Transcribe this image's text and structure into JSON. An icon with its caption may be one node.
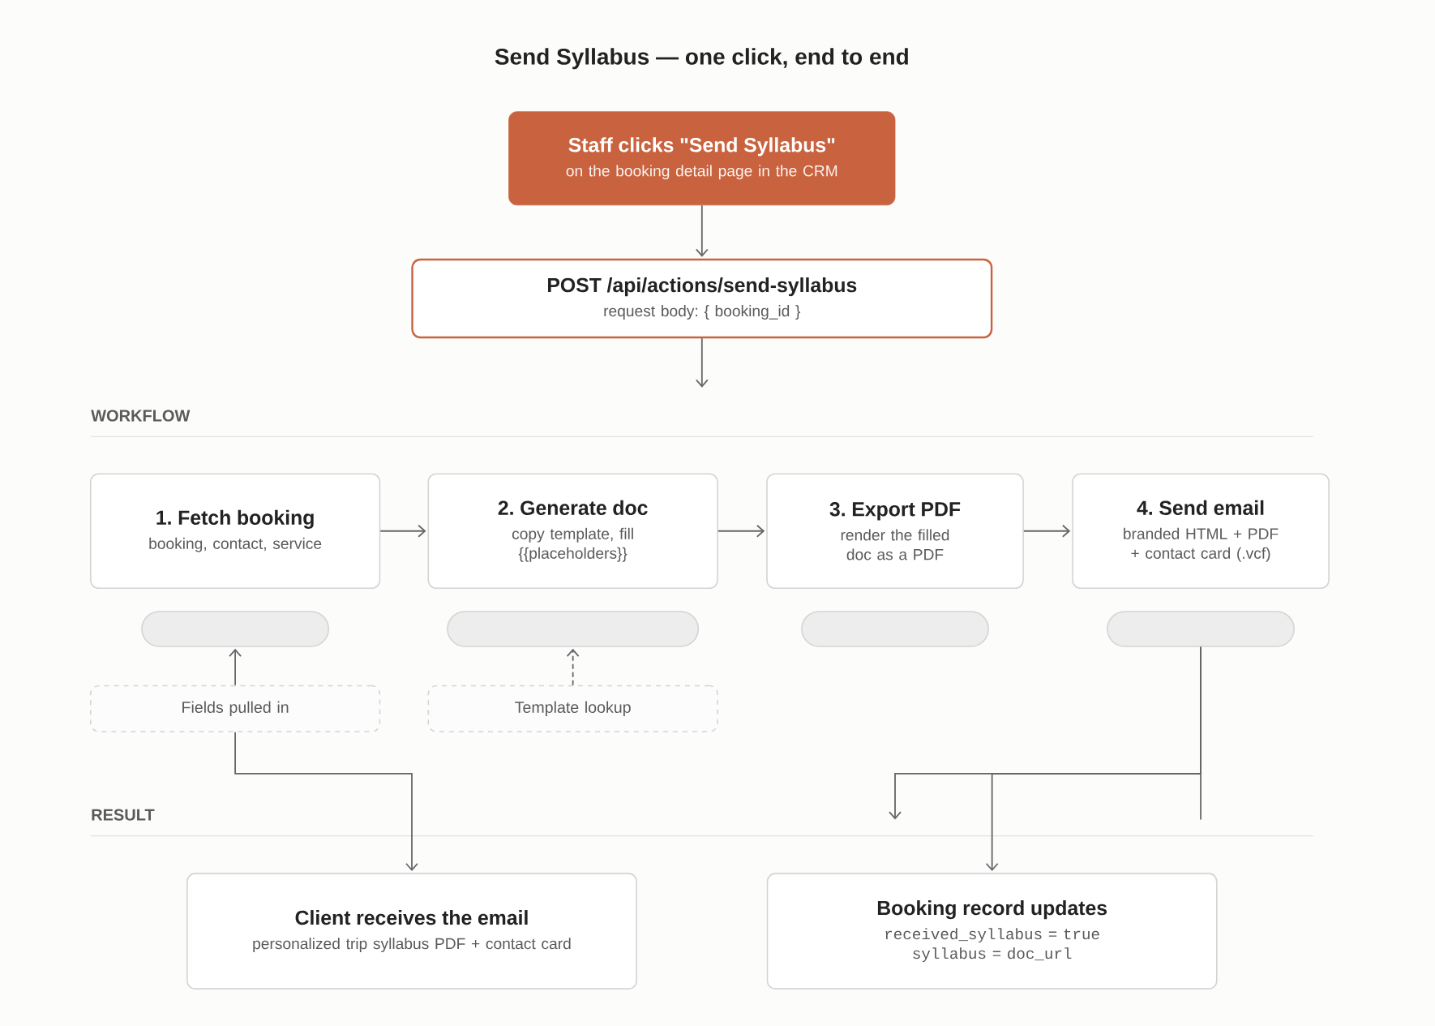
{
  "diagram": {
    "title": "Send Syllabus — one click, end to end",
    "nodes": [
      {
        "text": [
          "Staff clicks \"Send Syllabus\"",
          "on the booking detail page in the CRM"
        ]
      },
      {
        "text": [
          "POST /api/actions/send-syllabus",
          "request body: { booking_id }"
        ]
      },
      {
        "text": [
          "1. Fetch booking",
          "booking, contact, service"
        ]
      },
      {
        "text": [
          "2. Generate doc",
          "copy template, fill {{placeholders}}"
        ]
      },
      {
        "text": [
          "3. Export PDF",
          "render the filled doc as a PDF"
        ]
      },
      {
        "text": [
          "4. Send email",
          "branded HTML + PDF + contact card (.vcf)"
        ]
      },
      {
        "text": [],
        "shape": "box"
      },
      {
        "text": [],
        "shape": "box"
      },
      {
        "text": [],
        "shape": "box"
      },
      {
        "text": [],
        "shape": "box"
      },
      {
        "text": [
          "Fields pulled in"
        ]
      },
      {
        "text": [
          "Template lookup"
        ]
      },
      {
        "text": [
          "Client receives the email",
          "personalized trip syllabus PDF + contact card"
        ]
      },
      {
        "text": [
          "Booking record updates",
          "received_syllabus = true",
          "syllabus = doc_url"
        ]
      }
    ],
    "edges": [
      {
        "from": 0,
        "to": 1,
        "arrow": "to"
      },
      {
        "from": 1,
        "to": null,
        "arrow": "to"
      },
      {
        "from": 2,
        "to": 3,
        "arrow": "to"
      },
      {
        "from": 3,
        "to": 4,
        "arrow": "to"
      },
      {
        "from": 4,
        "to": 5,
        "arrow": "to"
      },
      {
        "from": 10,
        "to": 6,
        "arrow": "to"
      },
      {
        "from": 11,
        "to": 7,
        "arrow": "to",
        "style": "dashed"
      },
      {
        "from": 10,
        "to": 12,
        "arrow": "to"
      },
      {
        "from": 9,
        "to": 13,
        "arrow": "to"
      },
      {
        "from": 9,
        "to": null,
        "arrow": "to"
      },
      {
        "from": 9,
        "to": null,
        "arrow": "none"
      }
    ],
    "labels": [
      "WORKFLOW",
      "RESULT"
    ]
  }
}
